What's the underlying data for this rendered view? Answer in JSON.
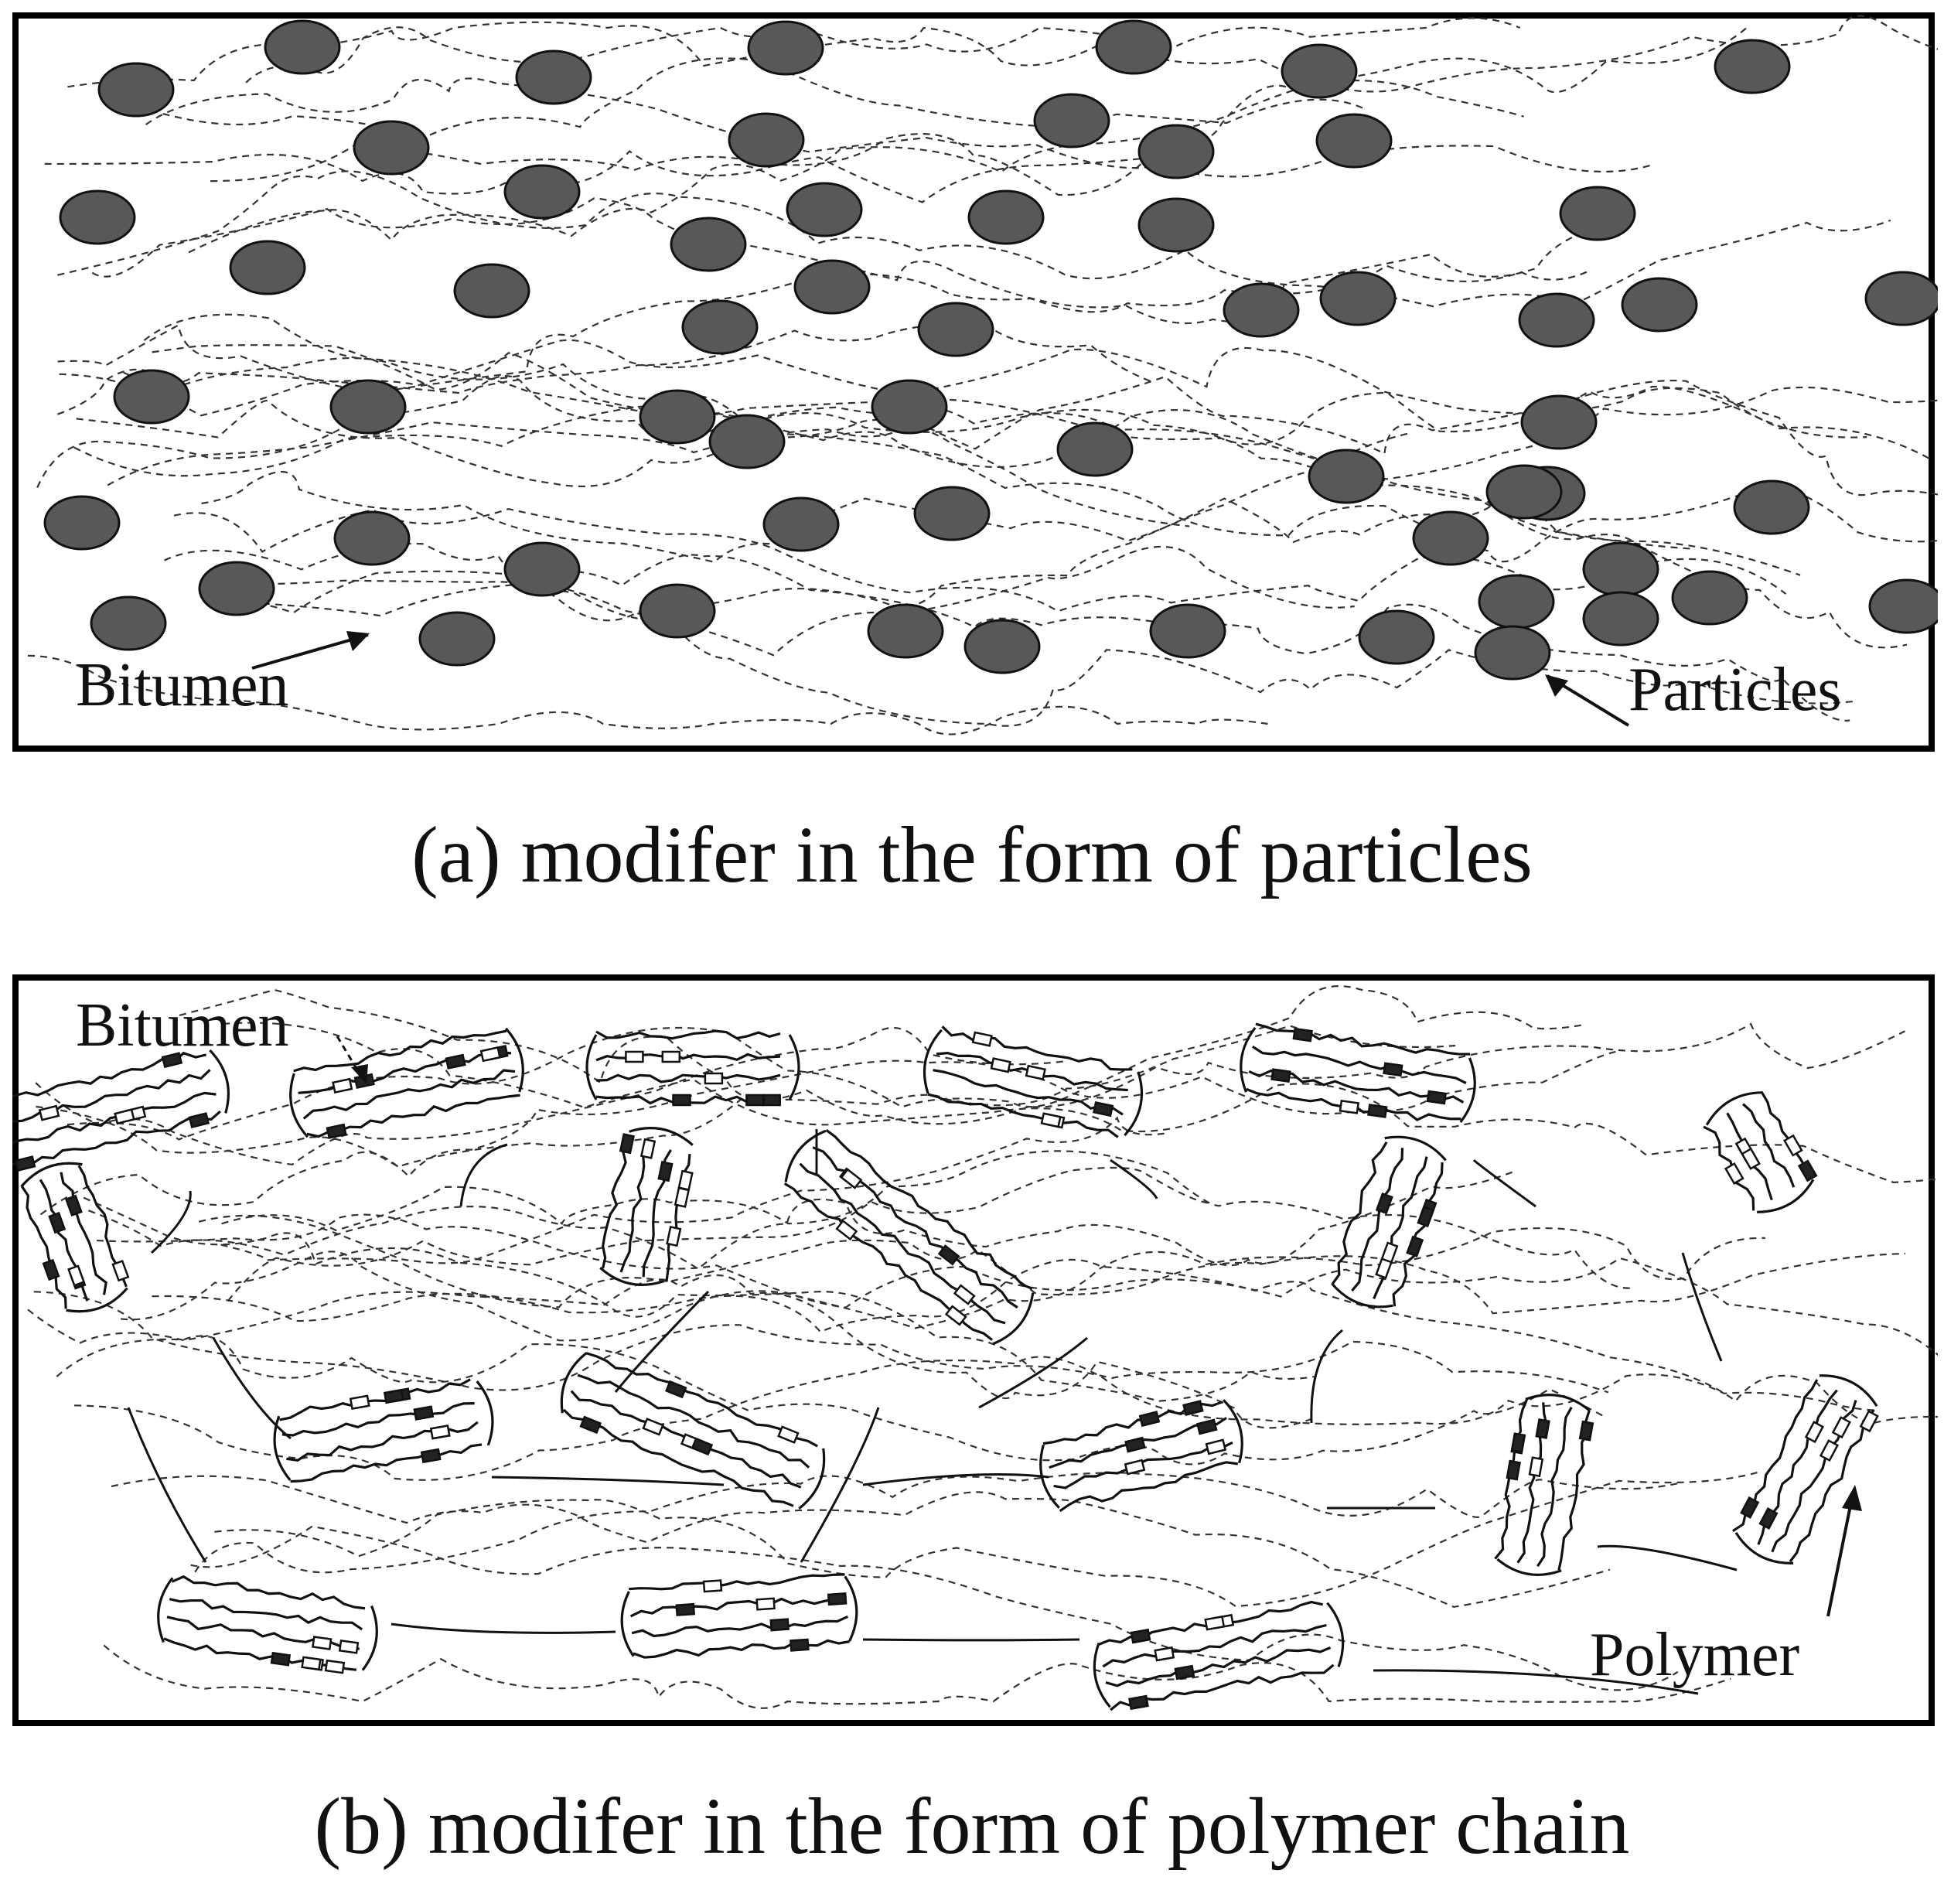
{
  "panel_a": {
    "caption": "(a) modifer in the form of particles",
    "bitumen_label": "Bitumen",
    "particles_label": "Particles",
    "particle_color": "#585858"
  },
  "panel_b": {
    "caption": "(b) modifer in the form of polymer chain",
    "bitumen_label": "Bitumen",
    "polymer_label": "Polymer"
  }
}
